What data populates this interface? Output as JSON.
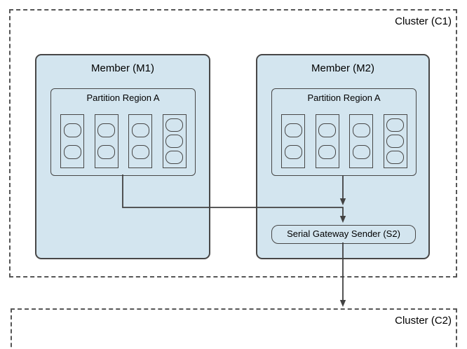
{
  "diagram": {
    "cluster_c1": {
      "label": "Cluster (C1)"
    },
    "cluster_c2": {
      "label": "Cluster (C2)"
    },
    "member_m1": {
      "label": "Member (M1)",
      "partition": {
        "label": "Partition Region A",
        "bucket_entry_counts": [
          2,
          2,
          2,
          3
        ]
      }
    },
    "member_m2": {
      "label": "Member (M2)",
      "partition": {
        "label": "Partition Region A",
        "bucket_entry_counts": [
          2,
          2,
          2,
          3
        ]
      },
      "sender": {
        "label": "Serial Gateway Sender (S2)"
      }
    },
    "colors": {
      "box_fill": "#d3e5ef",
      "line": "#424242",
      "dashed_border": "#565656",
      "text": "#000000"
    }
  }
}
